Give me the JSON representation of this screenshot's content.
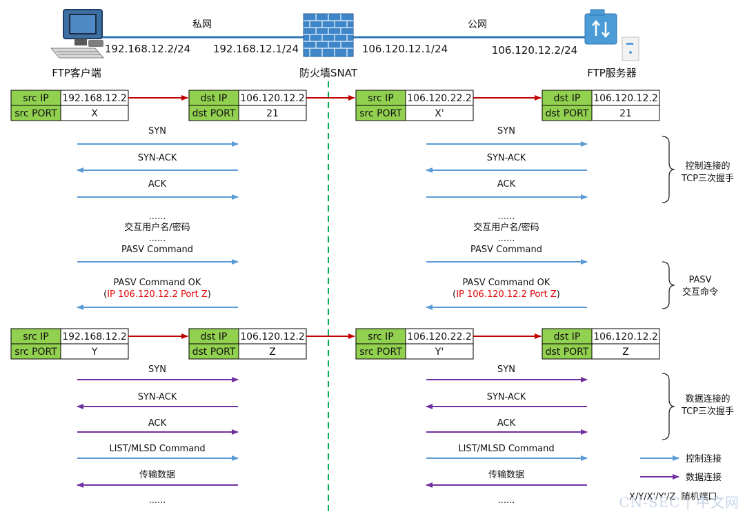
{
  "colors": {
    "green_cell": "#92d050",
    "nat_arrow": "#c00000",
    "control_arrow": "#5b9bd5",
    "data_arrow": "#7030a0",
    "highlight_text": "#e00000",
    "link_line": "#2e75b6",
    "firewall_divider": "#00b050"
  },
  "topology": {
    "private_label": "私网",
    "public_label": "公网",
    "client_ip": "192.168.12.2/24",
    "fw_inside_ip": "192.168.12.1/24",
    "fw_outside_ip": "106.120.12.1/24",
    "server_ip": "106.120.12.2/24",
    "client_label": "FTP客户端",
    "firewall_label": "防火墙SNAT",
    "server_label": "FTP服务器",
    "client_icon": "desktop-computer-icon",
    "firewall_icon": "brick-firewall-icon",
    "server_icon": "ftp-server-icon"
  },
  "packets": {
    "control": [
      {
        "rows": [
          [
            "src IP",
            "192.168.12.2"
          ],
          [
            "src PORT",
            "X"
          ]
        ]
      },
      {
        "rows": [
          [
            "dst IP",
            "106.120.12.2"
          ],
          [
            "dst PORT",
            "21"
          ]
        ]
      },
      {
        "rows": [
          [
            "src IP",
            "106.120.22.2"
          ],
          [
            "src PORT",
            "X'"
          ]
        ]
      },
      {
        "rows": [
          [
            "dst IP",
            "106.120.12.2"
          ],
          [
            "dst PORT",
            "21"
          ]
        ]
      }
    ],
    "data": [
      {
        "rows": [
          [
            "src IP",
            "192.168.12.2"
          ],
          [
            "src PORT",
            "Y"
          ]
        ]
      },
      {
        "rows": [
          [
            "dst IP",
            "106.120.12.2"
          ],
          [
            "dst PORT",
            "Z"
          ]
        ]
      },
      {
        "rows": [
          [
            "src IP",
            "106.120.22.2"
          ],
          [
            "src PORT",
            "Y'"
          ]
        ]
      },
      {
        "rows": [
          [
            "dst IP",
            "106.120.12.2"
          ],
          [
            "dst PORT",
            "Z"
          ]
        ]
      }
    ]
  },
  "messages": {
    "control": [
      {
        "label": "SYN",
        "dir": "right"
      },
      {
        "label": "SYN-ACK",
        "dir": "left"
      },
      {
        "label": "ACK",
        "dir": "right"
      },
      {
        "label_lines": [
          "......",
          "交互用户名/密码",
          "......",
          "PASV Command"
        ],
        "dir": "right"
      },
      {
        "label_lines": [
          "PASV Command OK"
        ],
        "paren": "IP 106.120.12.2 Port Z",
        "dir": "left"
      }
    ],
    "data": [
      {
        "label": "SYN",
        "dir": "right"
      },
      {
        "label": "SYN-ACK",
        "dir": "left"
      },
      {
        "label": "ACK",
        "dir": "right"
      },
      {
        "label": "LIST/MLSD Command",
        "dir": "right",
        "kind": "control"
      },
      {
        "label": "传输数据",
        "dir": "left"
      },
      {
        "label": "......",
        "dir": "none"
      }
    ]
  },
  "annotations": {
    "control_handshake": [
      "控制连接的",
      "TCP三次握手"
    ],
    "pasv": [
      "PASV",
      "交互命令"
    ],
    "data_handshake": [
      "数据连接的",
      "TCP三次握手"
    ]
  },
  "legend": {
    "control_label": "控制连接",
    "data_label": "数据连接",
    "random_ports": "X/Y/X'/Y'/Z  随机端口"
  },
  "watermark": "CN-SEC | 中文网"
}
